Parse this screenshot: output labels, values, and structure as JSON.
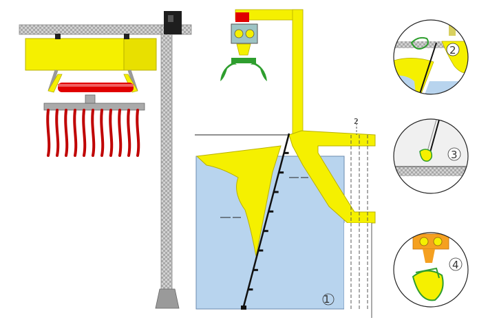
{
  "labels": {
    "main": "1",
    "detail_1": "2",
    "detail_2": "3",
    "detail_3": "4",
    "pipe_tag": "2"
  },
  "colors": {
    "yellow": "#F5F000",
    "yellow_edge": "#B8B000",
    "water": "#B8D4EE",
    "water_edge": "#6A8AAE",
    "gray": "#BDBDBD",
    "checker": "#A8A8A8",
    "dark": "#222222",
    "red": "#E00000",
    "green": "#2E9E2E",
    "orange": "#F5A020"
  },
  "icons": {
    "crane": "gantry-crane-icon",
    "grab": "hydraulic-grab-icon",
    "rake": "trash-rake-icon"
  }
}
